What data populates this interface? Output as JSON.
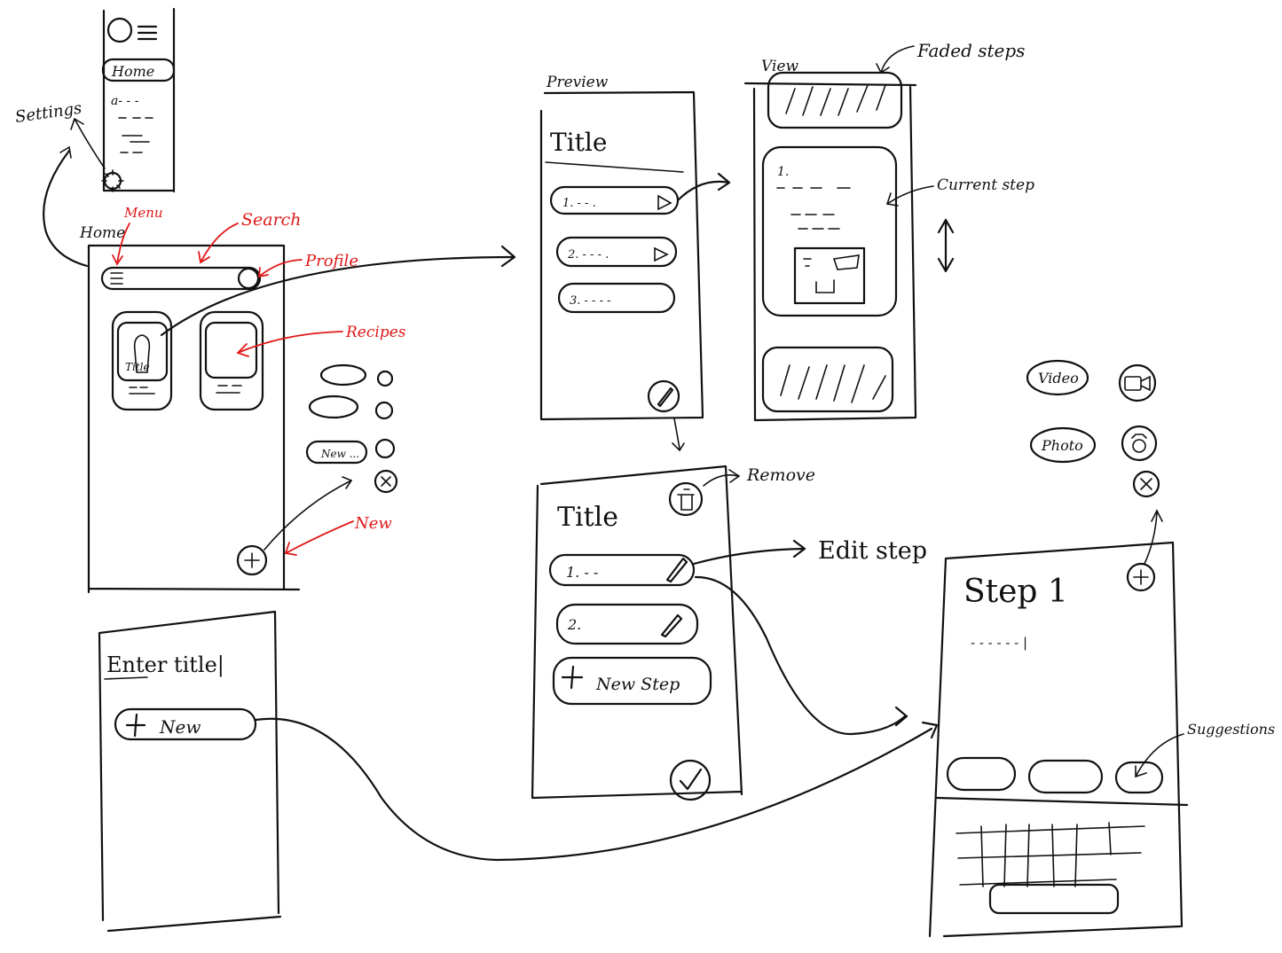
{
  "colors": {
    "ink": "#111111",
    "annotation": "#e01818",
    "paper": "#ffffff"
  },
  "sidebar": {
    "home_item": "Home",
    "item_a": "a- - -",
    "settings_icon": "gear-icon",
    "settings_label": "Settings"
  },
  "home": {
    "label": "Home",
    "annotations": {
      "menu": "Menu",
      "search": "Search",
      "profile": "Profile",
      "recipes": "Recipes",
      "new": "New"
    },
    "card_title": "Title",
    "fab_new_label": "New ...",
    "plus_icon": "plus-icon",
    "close_icon": "close-icon"
  },
  "preview": {
    "label": "Preview",
    "title": "Title",
    "steps": [
      "1. - - .",
      "2. - - - .",
      "3. - - - -"
    ],
    "edit_icon": "pencil-icon"
  },
  "view": {
    "label": "View",
    "faded_label": "Faded steps",
    "current_label": "Current step",
    "current_step_number": "1."
  },
  "edit": {
    "title": "Title",
    "remove_label": "Remove",
    "edit_step_label": "Edit step",
    "steps": [
      "1. - -",
      "2."
    ],
    "new_step": "New Step",
    "confirm_icon": "check-icon"
  },
  "new_recipe": {
    "title_placeholder": "Enter title|",
    "new_button": "New"
  },
  "step_editor": {
    "title": "Step 1",
    "text": "- - - - - - |",
    "suggestions_label": "Suggestions",
    "media_options": [
      "Video",
      "Photo"
    ]
  }
}
